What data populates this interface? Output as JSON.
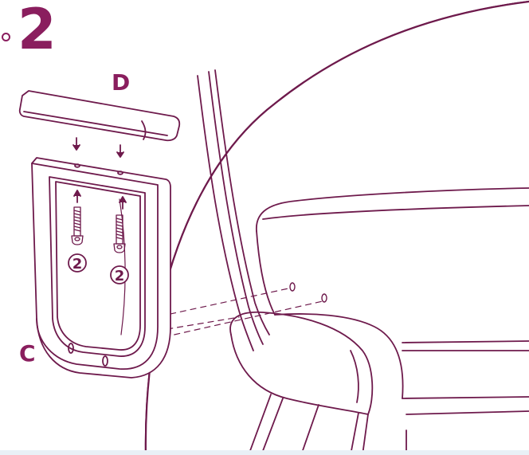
{
  "step": {
    "number": "2"
  },
  "parts": {
    "armrest_pad": "D",
    "armrest_frame": "C"
  },
  "screw_callouts": [
    {
      "qty": "2"
    },
    {
      "qty": "2"
    }
  ],
  "colors": {
    "stroke": "#6e1a4c",
    "label": "#8a1e5e",
    "bottom_band": "#e9f0f6"
  },
  "icons": [
    "arrow-down-icon",
    "arrow-up-icon",
    "screw-icon",
    "screw-hole-icon"
  ]
}
